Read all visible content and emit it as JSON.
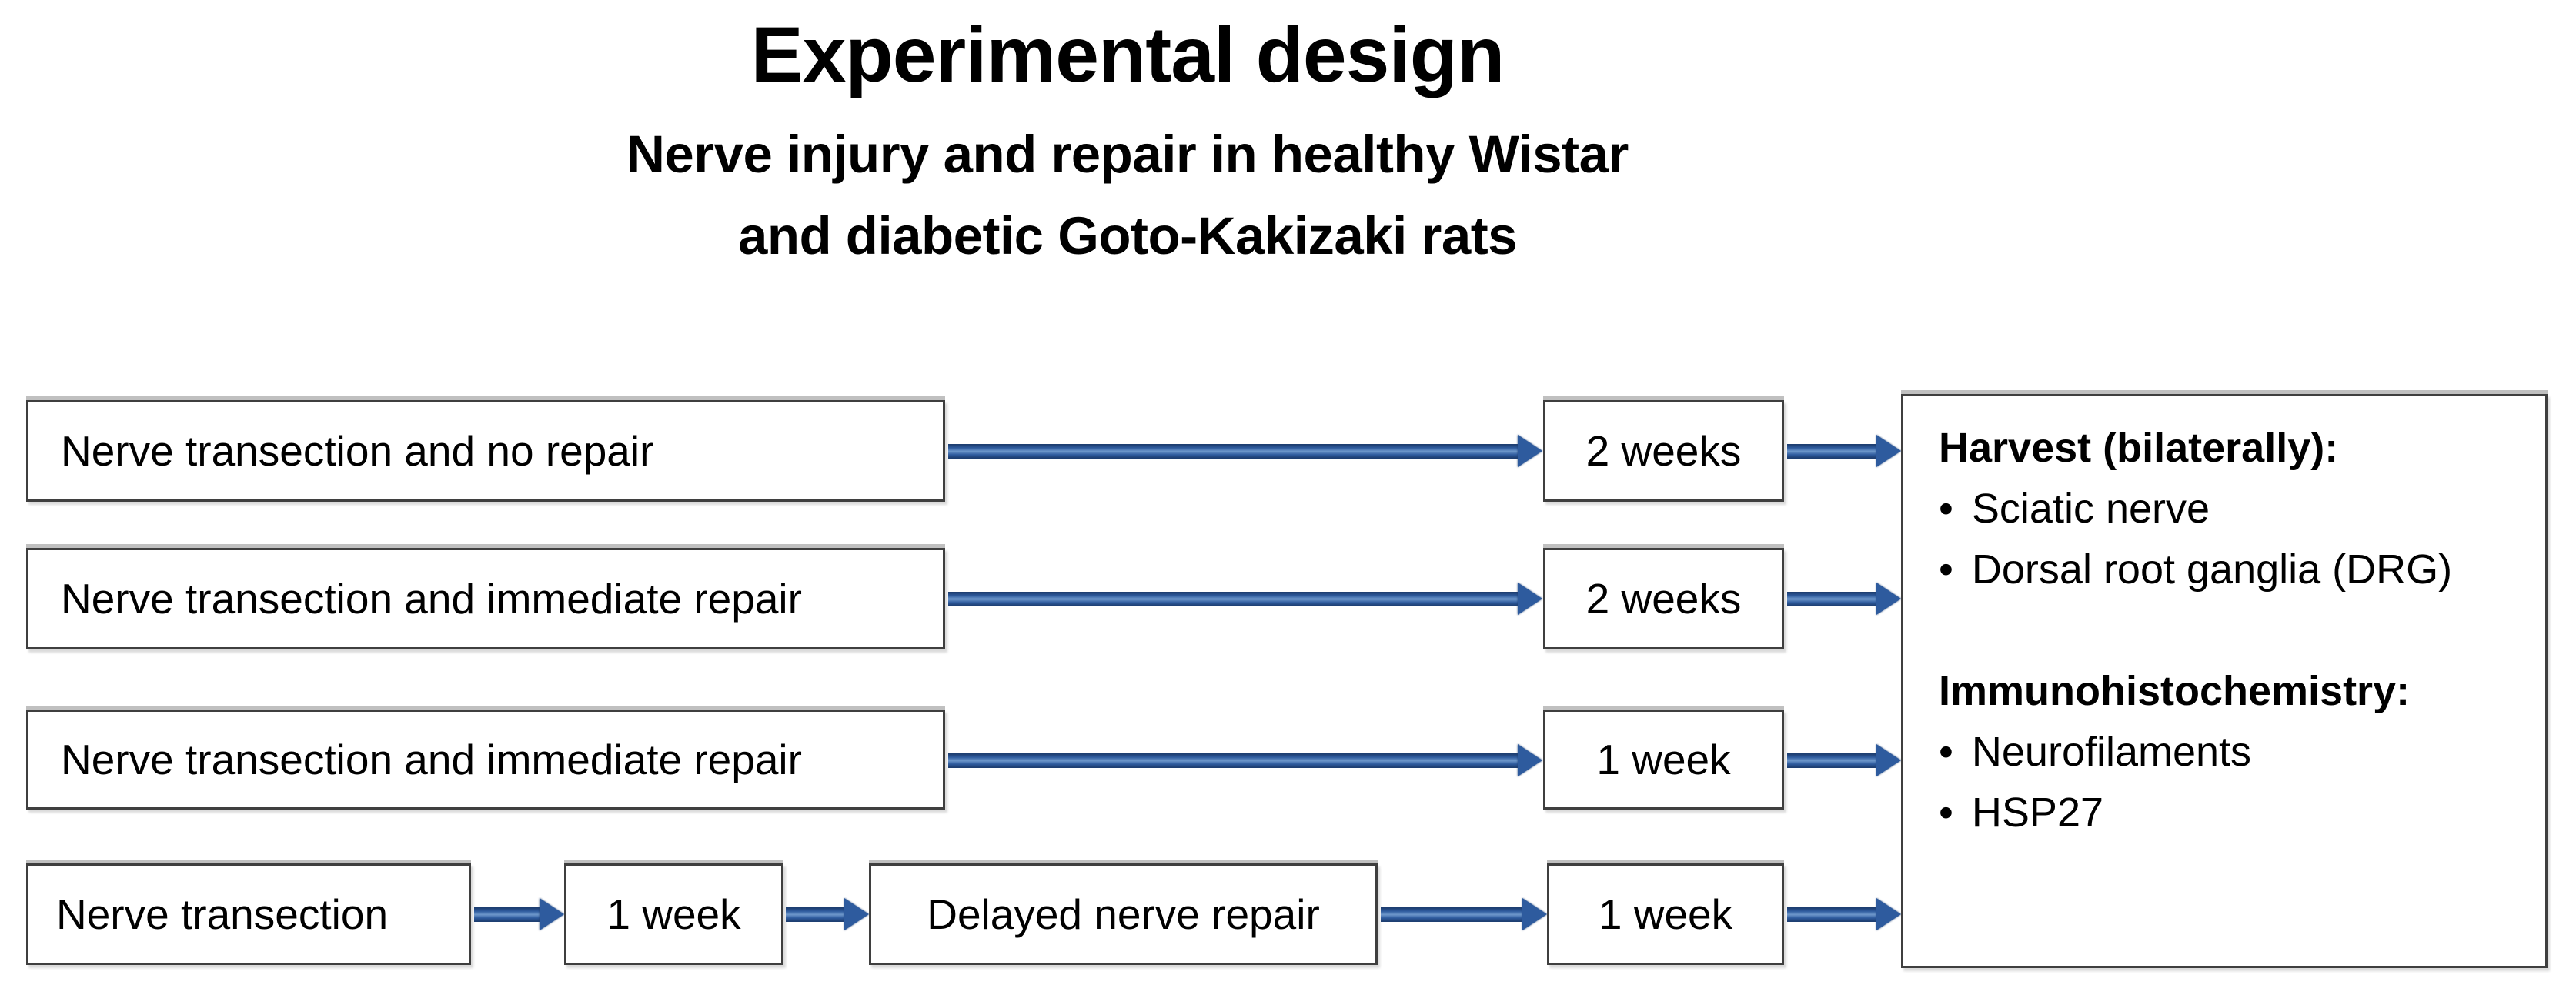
{
  "header": {
    "title": "Experimental design",
    "subtitle_line1": "Nerve injury and repair in healthy Wistar",
    "subtitle_line2": "and diabetic Goto-Kakizaki rats"
  },
  "colors": {
    "arrow_blue": "#2e5b9e",
    "arrow_blue_dark": "#1e3f72",
    "box_border": "#3f3f3f"
  },
  "rows": [
    {
      "label": "Nerve transection and no repair",
      "duration": "2 weeks"
    },
    {
      "label": "Nerve transection and immediate repair",
      "duration": "2 weeks"
    },
    {
      "label": "Nerve transection and immediate repair",
      "duration": "1 week"
    },
    {
      "label": "Nerve transection",
      "delay": "1 week",
      "repair": "Delayed nerve repair",
      "duration": "1 week"
    }
  ],
  "outcome_box": {
    "harvest_heading": "Harvest (bilaterally):",
    "harvest_items": [
      "Sciatic nerve",
      "Dorsal root ganglia (DRG)"
    ],
    "ihc_heading": "Immunohistochemistry:",
    "ihc_items": [
      "Neurofilaments",
      "HSP27"
    ]
  }
}
